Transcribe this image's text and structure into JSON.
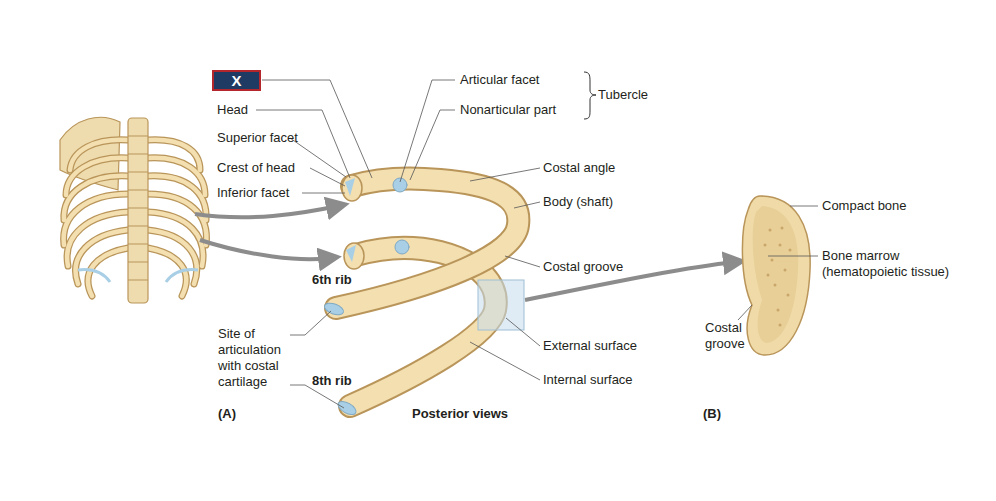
{
  "diagram": {
    "nodes": [
      {
        "text": [
          "X"
        ]
      }
    ],
    "labels": [
      "Head",
      "Superior facet",
      "Crest of head",
      "Inferior facet",
      "Articular facet",
      "Nonarticular part",
      "Tubercle",
      "Costal angle",
      "Body (shaft)",
      "6th rib",
      "Costal groove",
      "Site of articulation with costal cartilage",
      "External surface",
      "8th rib",
      "Internal surface",
      "(A)",
      "Posterior views",
      "(B)",
      "Compact bone",
      "Bone marrow (hematopoietic tissue)",
      "Costal groove"
    ]
  }
}
